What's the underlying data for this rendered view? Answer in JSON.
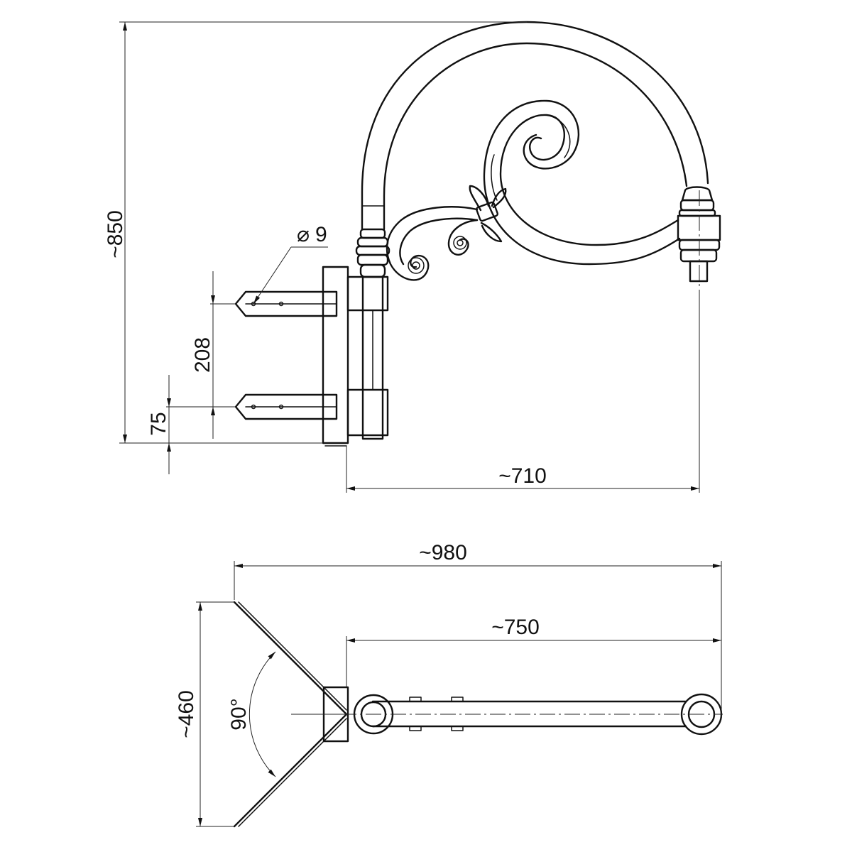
{
  "dimensions": {
    "height_total": "~850",
    "mount_spacing": "208",
    "mount_offset": "75",
    "hole_diameter": "9",
    "hole_diameter_symbol": "⌀",
    "arm_reach": "~710",
    "plan_total_length": "~980",
    "plan_arm_length": "~750",
    "plan_width": "~460",
    "plan_angle": "90°"
  },
  "colors": {
    "line": "#111111",
    "background": "#ffffff"
  }
}
